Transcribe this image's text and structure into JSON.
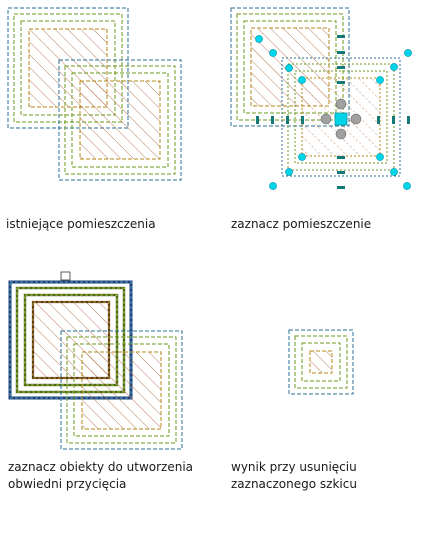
{
  "captions": {
    "existing": "istniejące pomieszczenia",
    "select_space": "zaznacz pomieszczenie",
    "select_objects_line1": "zaznacz obiekty do utworzenia",
    "select_objects_line2": "obwiedni przycięcia",
    "result_line1": "wynik przy usunięciu",
    "result_line2": "zaznaczonego szkicu"
  },
  "colors": {
    "outer_boundary": "#2a6f94",
    "middle_boundary": "#6e9a1e",
    "inner_boundary": "#b48a18",
    "hatch": "#a8623a",
    "grip_cyan": "#00d4e8",
    "grip_gray": "#a0a0a0",
    "grip_teal": "#137a78",
    "selection_highlight": "#1e3f78"
  }
}
